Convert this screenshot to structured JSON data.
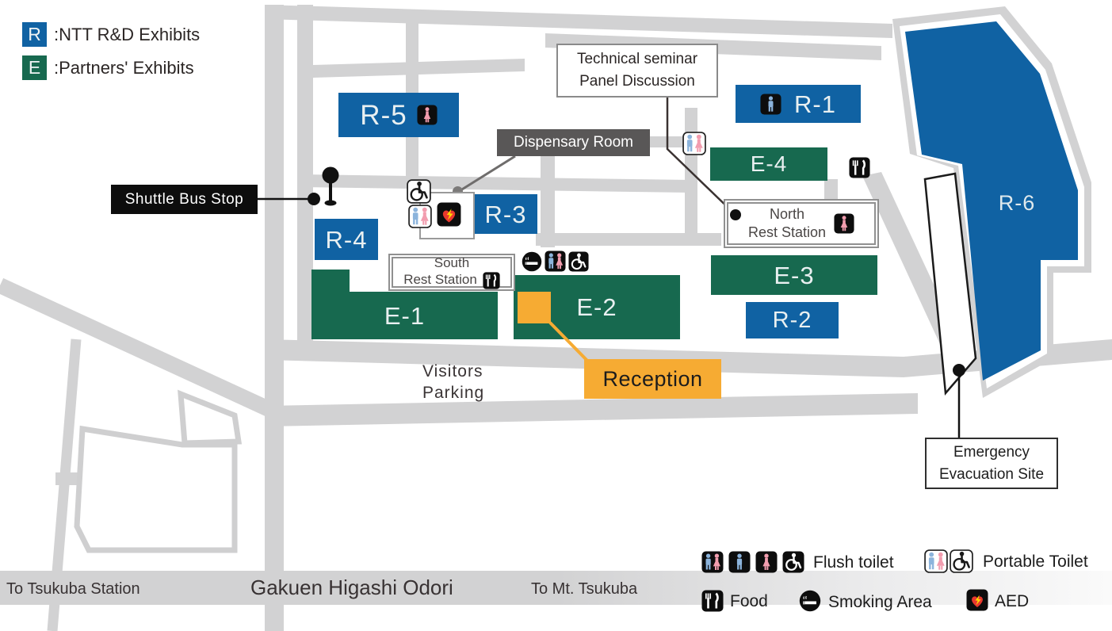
{
  "colors": {
    "road": "#d2d2d3",
    "exhibit_blue": "#1062a3",
    "exhibit_green": "#17694f",
    "reception_orange": "#f6ab33",
    "dispensary_gray": "#595757",
    "icon_black": "#0d0d0d",
    "man_blue": "#8cb4dc",
    "woman_pink": "#f29daf",
    "aed_red": "#e8382e",
    "aed_yellow": "#ffd600"
  },
  "legend_top": {
    "items": [
      {
        "symbol": "R",
        "label": ":NTT R&D Exhibits",
        "color": "#1062a3"
      },
      {
        "symbol": "E",
        "label": ":Partners' Exhibits",
        "color": "#17694f"
      }
    ]
  },
  "exhibits": {
    "r1": "R-1",
    "r2": "R-2",
    "r3": "R-3",
    "r4": "R-4",
    "r5": "R-5",
    "r6": "R-6",
    "e1": "E-1",
    "e2": "E-2",
    "e3": "E-3",
    "e4": "E-4"
  },
  "callouts": {
    "technical_seminar": {
      "line1": "Technical seminar",
      "line2": "Panel Discussion"
    },
    "dispensary": "Dispensary Room",
    "shuttle": "Shuttle Bus Stop",
    "north_rest": {
      "line1": "North",
      "line2": "Rest Station"
    },
    "south_rest": {
      "line1": "South",
      "line2": "Rest Station"
    },
    "reception": "Reception",
    "visitors_parking": {
      "line1": "Visitors",
      "line2": "Parking"
    },
    "emergency": {
      "line1": "Emergency",
      "line2": "Evacuation Site"
    }
  },
  "roads": {
    "to_tsukuba": "To Tsukuba Station",
    "gakuen": "Gakuen Higashi Odori",
    "to_mt": "To Mt. Tsukuba"
  },
  "legend_bottom": {
    "flush_toilet": {
      "label": "Flush toilet",
      "icons": [
        "toilet-mw-dark",
        "toilet-m-dark",
        "toilet-w-dark",
        "wheelchair-dark"
      ]
    },
    "portable_toilet": {
      "label": "Portable Toilet",
      "icons": [
        "toilet-mw-light",
        "wheelchair-light"
      ]
    },
    "food": {
      "label": "Food",
      "icons": [
        "food-dark"
      ]
    },
    "smoking": {
      "label": "Smoking Area",
      "icons": [
        "smoking"
      ]
    },
    "aed": {
      "label": "AED",
      "icons": [
        "aed"
      ]
    }
  },
  "icons": {
    "toilet-mw-dark": "flush toilet men+women",
    "toilet-m-dark": "flush toilet men",
    "toilet-w-dark": "flush toilet women",
    "wheelchair-dark": "accessible flush toilet",
    "toilet-mw-light": "portable toilet men+women",
    "wheelchair-light": "accessible portable toilet",
    "food-dark": "food fork and knife",
    "smoking": "smoking area cigarette",
    "aed": "AED heart with bolt",
    "bus-stop": "shuttle bus stop sign"
  }
}
